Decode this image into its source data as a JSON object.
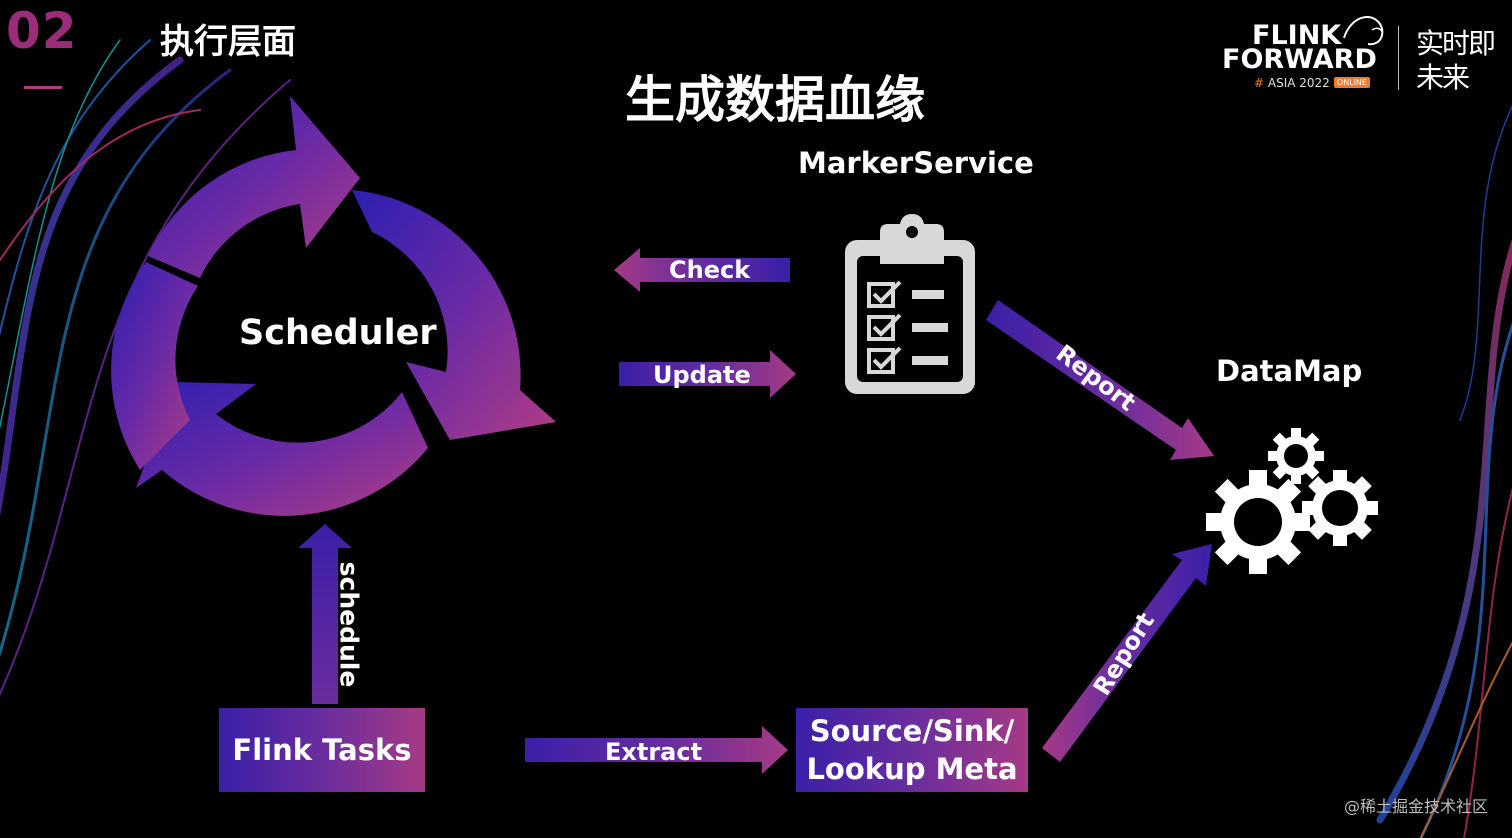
{
  "header": {
    "section_number": "02",
    "section_title": "执行层面",
    "slide_title": "生成数据血缘"
  },
  "brand": {
    "line1": "FLINK",
    "line2": "FORWARD",
    "hash": "#",
    "event": "ASIA 2022",
    "badge": "ONLINE",
    "slogan_line1": "实时即",
    "slogan_line2": "未来"
  },
  "nodes": {
    "scheduler": "Scheduler",
    "marker_service": "MarkerService",
    "datamap": "DataMap",
    "flink_tasks": "Flink Tasks",
    "meta_line1": "Source/Sink/",
    "meta_line2": "Lookup Meta"
  },
  "edges": {
    "check": "Check",
    "update": "Update",
    "report_upper": "Report",
    "report_lower": "Report",
    "schedule": "schedule",
    "extract": "Extract"
  },
  "icons": {
    "cycle": "circular-arrows-icon",
    "clipboard": "checklist-clipboard-icon",
    "gears": "gears-icon"
  },
  "colors": {
    "accent_purple": "#6a2d9e",
    "accent_blue": "#3a1fa8",
    "accent_magenta": "#a63a86",
    "brand_orange": "#f07b2a"
  },
  "footer": {
    "watermark": "@稀土掘金技术社区"
  }
}
